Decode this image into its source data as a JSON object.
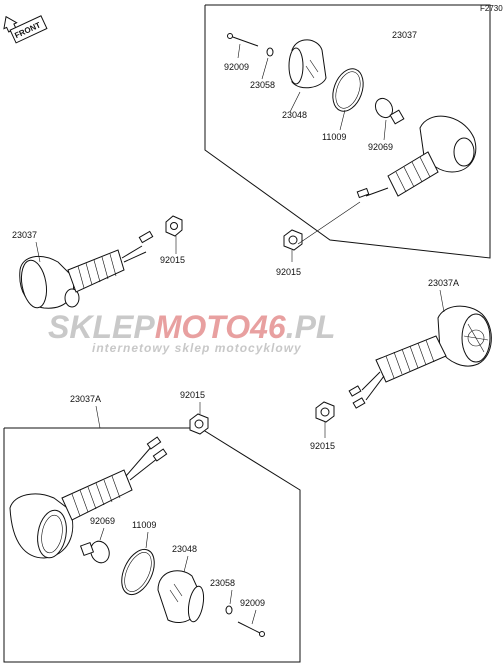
{
  "figure_code": "F2730",
  "front_arrow": {
    "label": "FRONT"
  },
  "watermark": {
    "brand_part1": "SKLEP",
    "brand_part2": "MOTO",
    "brand_part3": "46",
    "brand_part4": ".PL",
    "tagline": "internetowy sklep motocyklowy",
    "colors": {
      "gray": "#c9c9c9",
      "red": "#e8a0a0"
    }
  },
  "part_labels": {
    "top_assembly": "23037",
    "top_screw": "92009",
    "top_washer": "23058",
    "top_lens": "23048",
    "top_ring": "11009",
    "top_bulb": "92069",
    "top_nut": "92015",
    "left_assembly": "23037",
    "left_nut": "92015",
    "right_assembly": "23037A",
    "right_nut": "92015",
    "bottom_assembly": "23037A",
    "bottom_nut": "92015",
    "bottom_bulb": "92069",
    "bottom_ring": "11009",
    "bottom_lens": "23048",
    "bottom_washer": "23058",
    "bottom_screw": "92009"
  }
}
